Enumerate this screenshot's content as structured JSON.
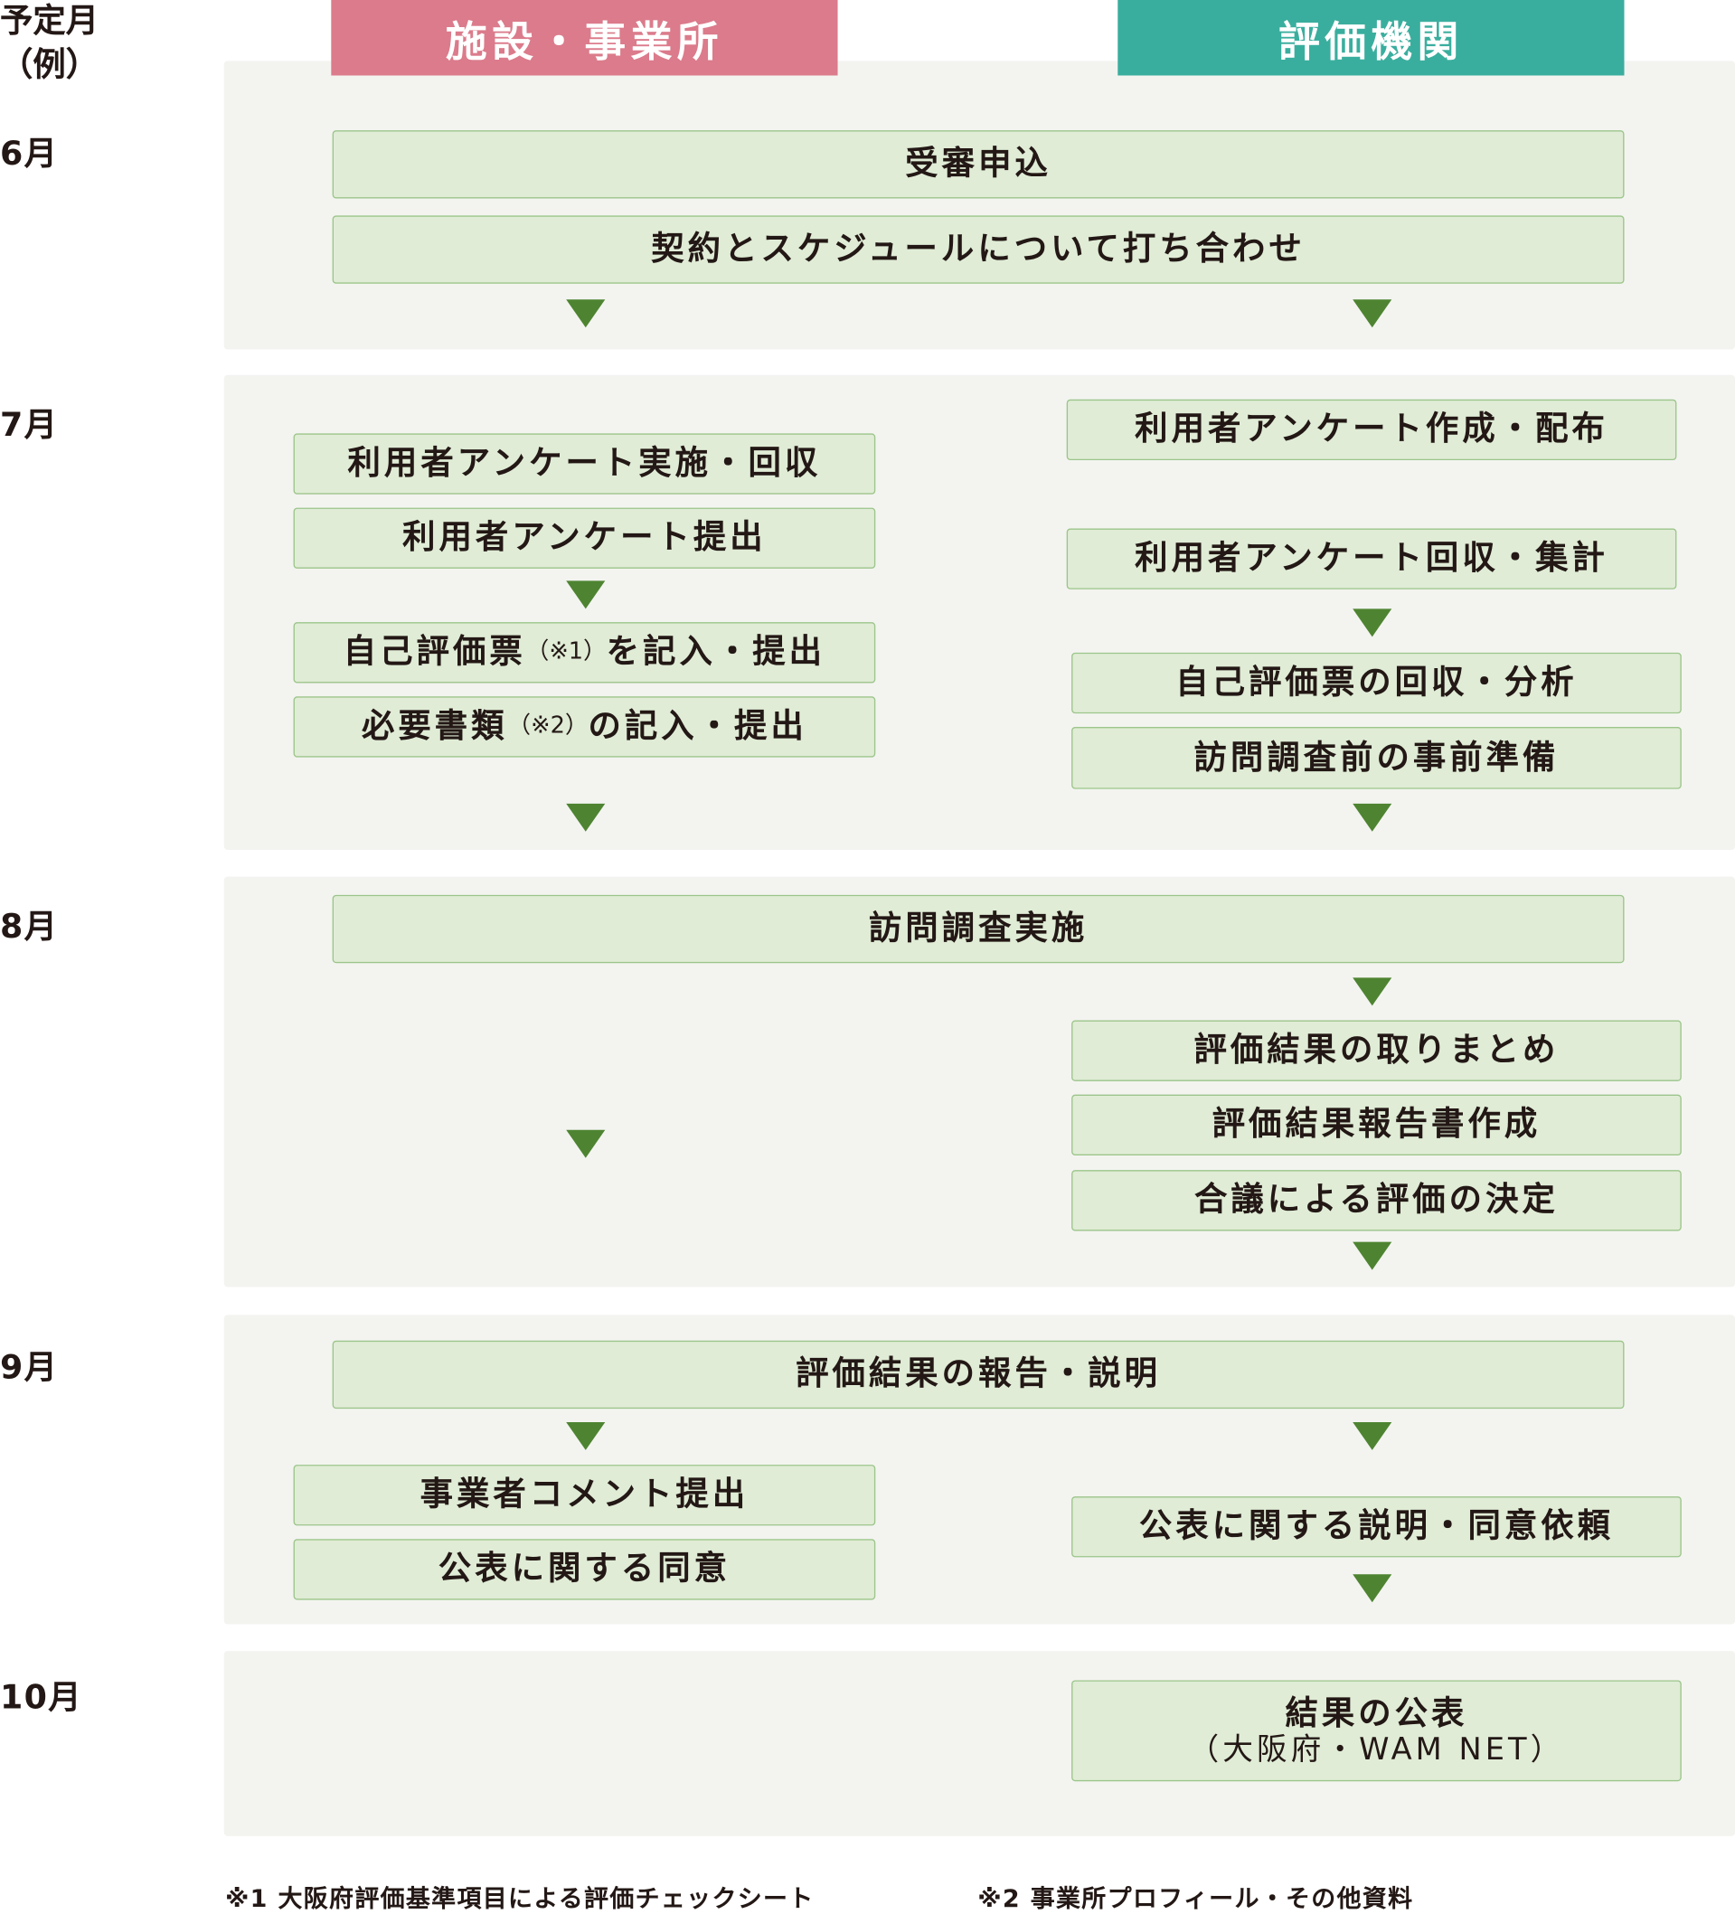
{
  "header": {
    "schedule_label_1": "予定月",
    "schedule_label_2": "（例）",
    "facility": "施設・事業所",
    "evaluator": "評価機関"
  },
  "colors": {
    "facility": "#DB7B8B",
    "evaluator": "#3AAE9E",
    "box_fill": "#E0ECD6",
    "box_border": "#9CC58A",
    "arrow": "#4E8431",
    "section_bg": "#F3F4F0"
  },
  "months": [
    "6月",
    "7月",
    "8月",
    "9月",
    "10月"
  ],
  "june": {
    "apply": "受審申込",
    "meeting": "契約とスケジュールについて打ち合わせ"
  },
  "july": {
    "left": {
      "survey_conduct": "利用者アンケート実施・回収",
      "survey_submit": "利用者アンケート提出",
      "self_eval_a": "自己評価票",
      "self_eval_note": "（※1）",
      "self_eval_b": "を記入・提出",
      "docs_a": "必要書類",
      "docs_note": "（※2）",
      "docs_b": "の記入・提出"
    },
    "right": {
      "survey_create": "利用者アンケート作成・配布",
      "survey_collect": "利用者アンケート回収・集計",
      "self_eval_analysis": "自己評価票の回収・分析",
      "visit_prep": "訪問調査前の事前準備"
    }
  },
  "august": {
    "visit": "訪問調査実施",
    "compile": "評価結果の取りまとめ",
    "report": "評価結果報告書作成",
    "decision": "合議による評価の決定"
  },
  "september": {
    "report_explain": "評価結果の報告・説明",
    "comment": "事業者コメント提出",
    "consent": "公表に関する同意",
    "consent_request": "公表に関する説明・同意依頼"
  },
  "october": {
    "publish_1": "結果の公表",
    "publish_2": "（大阪府・WAM NET）"
  },
  "notes": {
    "note1": "※1 大阪府評価基準項目による評価チェックシート",
    "note2": "※2 事業所プロフィール・その他資料"
  }
}
